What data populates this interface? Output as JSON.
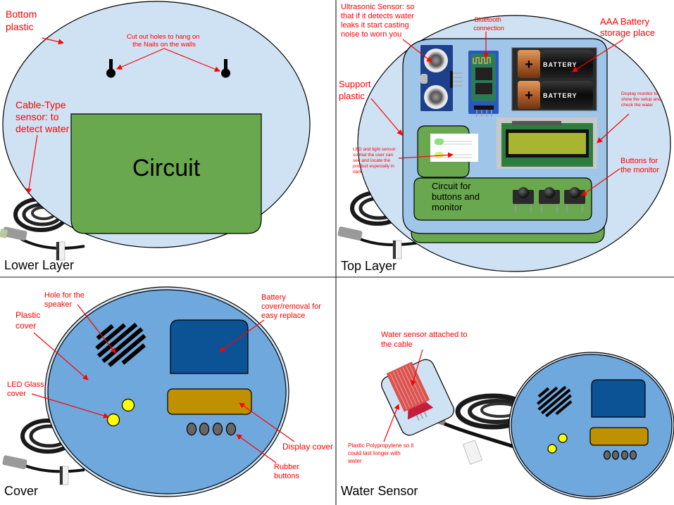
{
  "panels": {
    "lower_layer": {
      "title": "Lower Layer",
      "labels": {
        "bottom_plastic": [
          "Bottom",
          "plastic"
        ],
        "cut_out_holes": [
          "Cut out holes to hang on",
          "the Nails on the walls"
        ],
        "cable_sensor": [
          "Cable-Type",
          "sensor: to",
          "detect water"
        ],
        "circuit": "Circuit"
      }
    },
    "top_layer": {
      "title": "Top Layer",
      "labels": {
        "ultrasonic": [
          "Ultrasonic Sensor: so",
          "that if it detects water",
          "leaks it start casting",
          "noise to worn you"
        ],
        "bluetooth": [
          "Bluetooth",
          "connection"
        ],
        "battery_storage": [
          "AAA Battery",
          "storage place"
        ],
        "support_plastic": [
          "Support",
          "plastic"
        ],
        "display_monitor": [
          "Display monitor to",
          "show the setup and",
          "check the water"
        ],
        "led_sensor": [
          "LED and light sensor:",
          "so that the user can",
          "see and locate the",
          "product especially in",
          "dark"
        ],
        "circuit_buttons": [
          "Circuit for",
          "buttons and",
          "monitor"
        ],
        "buttons_monitor": [
          "Buttons for",
          "the monitor"
        ],
        "battery_text": "BATTERY",
        "battery_plus": "+"
      }
    },
    "cover": {
      "title": "Cover",
      "labels": {
        "speaker_hole": [
          "Hole for the",
          "speaker"
        ],
        "plastic_cover": [
          "Plastic",
          "cover"
        ],
        "battery_cover": [
          "Battery",
          "cover/removal for",
          "easy replace"
        ],
        "led_glass": [
          "LED Glass",
          "cover"
        ],
        "display_cover": "Display cover",
        "rubber_buttons": [
          "Rubber",
          "buttons"
        ]
      }
    },
    "water_sensor": {
      "title": "Water Sensor",
      "labels": {
        "attached": [
          "Water sensor attached to",
          "the cable"
        ],
        "polypropylene": [
          "Plastic Polypropylene so it",
          "could last longer with",
          "water"
        ]
      }
    }
  },
  "colors": {
    "annotation": "#ff0000",
    "light_blue": "#cfe2f3",
    "mid_blue": "#9fc5e8",
    "cover_blue": "#6fa8dc",
    "dark_blue": "#0b5394",
    "green": "#6aa84f",
    "display_gold": "#bf9000",
    "led_yellow": "#ffff00",
    "rubber_gray": "#666666"
  }
}
